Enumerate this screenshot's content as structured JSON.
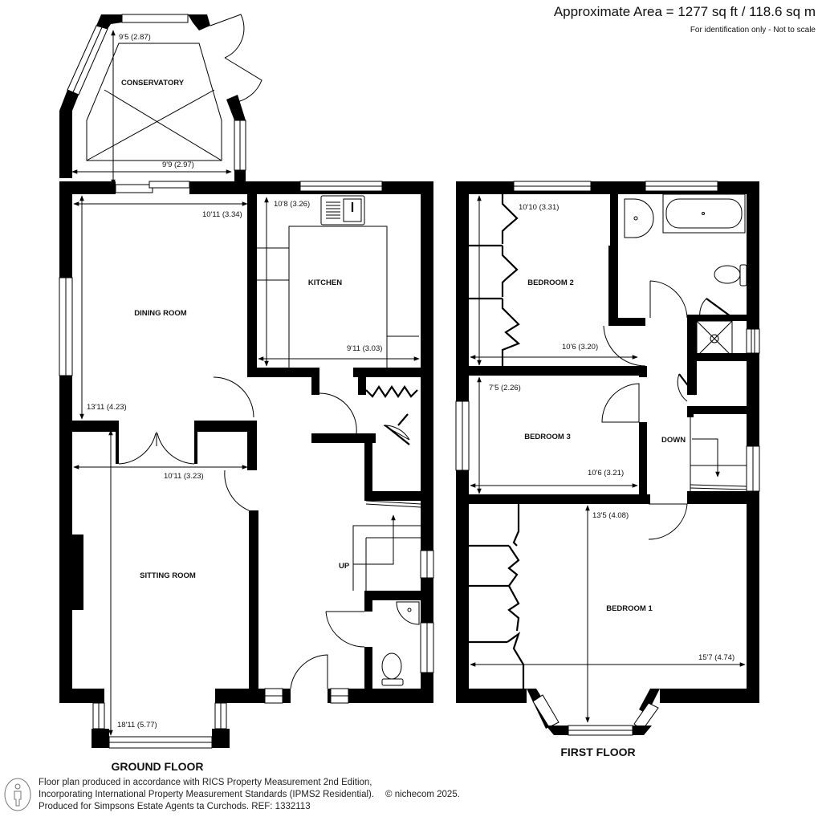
{
  "header": {
    "area_title": "Approximate Area = 1277 sq ft / 118.6 sq m",
    "area_note": "For identification only - Not to scale"
  },
  "floors": {
    "ground": {
      "label": "GROUND FLOOR",
      "rooms": {
        "conservatory": {
          "name": "CONSERVATORY",
          "dim_length": "9'5 (2.87)",
          "dim_width": "9'9 (2.97)"
        },
        "dining_room": {
          "name": "DINING ROOM",
          "dim_width": "10'11 (3.34)",
          "dim_length": "13'11 (4.23)"
        },
        "kitchen": {
          "name": "KITCHEN",
          "dim_length": "10'8 (3.26)",
          "dim_width": "9'11 (3.03)"
        },
        "sitting_room": {
          "name": "SITTING ROOM",
          "dim_width": "10'11 (3.23)",
          "dim_length": "18'11 (5.77)"
        }
      },
      "stairs_label": "UP"
    },
    "first": {
      "label": "FIRST FLOOR",
      "rooms": {
        "bedroom_2": {
          "name": "BEDROOM 2",
          "dim_length": "10'10 (3.31)",
          "dim_width": "10'6 (3.20)"
        },
        "bedroom_3": {
          "name": "BEDROOM 3",
          "dim_length": "7'5 (2.26)",
          "dim_width": "10'6 (3.21)"
        },
        "bedroom_1": {
          "name": "BEDROOM 1",
          "dim_length": "13'5 (4.08)",
          "dim_width": "15'7 (4.74)"
        }
      },
      "stairs_label": "DOWN"
    }
  },
  "footer": {
    "icon": "person-outline-icon",
    "line1": "Floor plan produced in accordance with RICS Property Measurement 2nd Edition,",
    "line2": "Incorporating International Property Measurement Standards (IPMS2 Residential).",
    "copyright": "© nichecom 2025.",
    "line3": "Produced for Simpsons Estate Agents ta Curchods.   REF: 1332113"
  }
}
